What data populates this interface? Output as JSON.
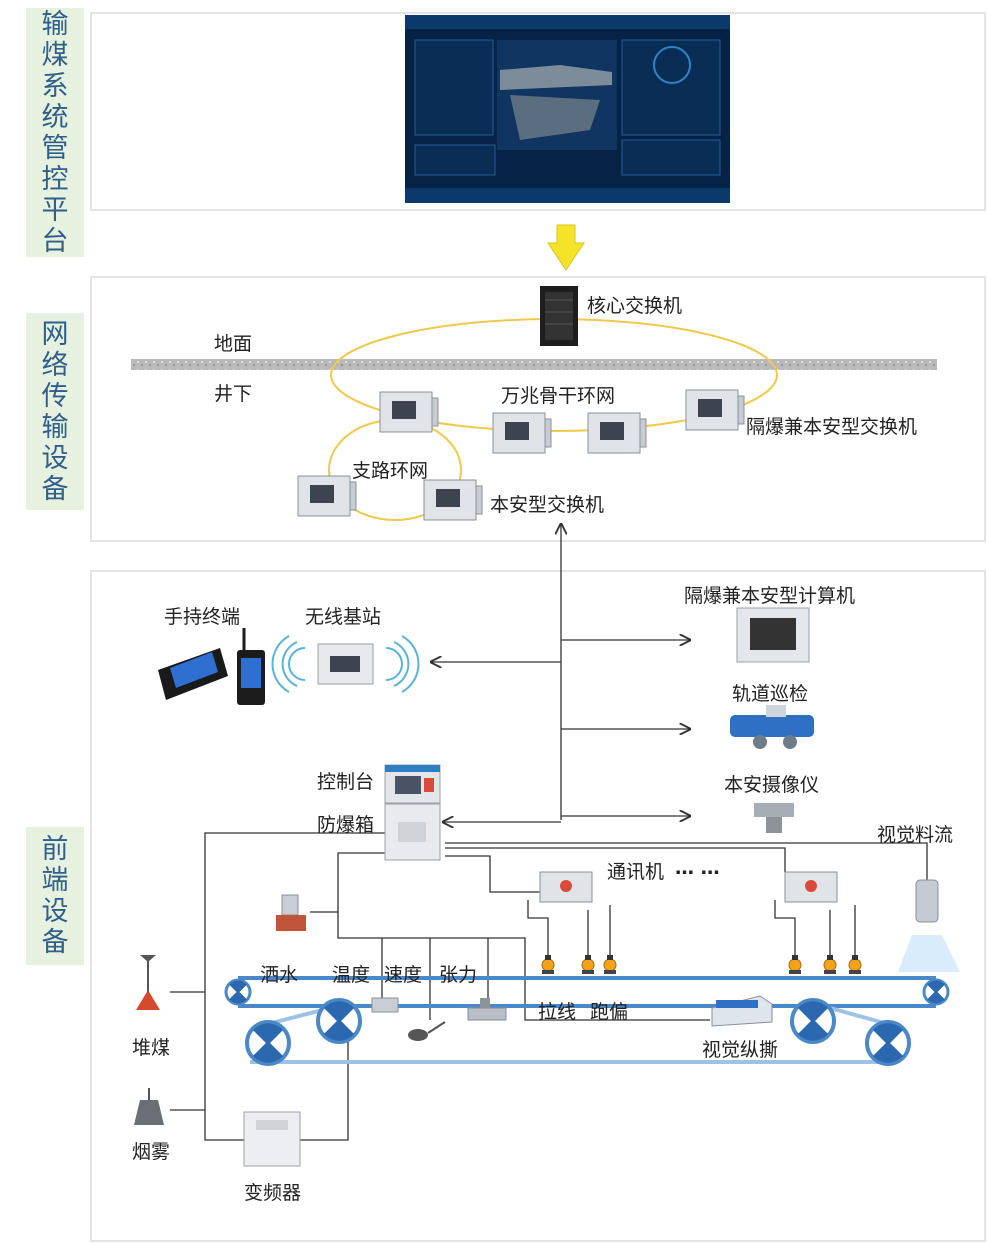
{
  "sections": {
    "platform": "输煤系统管控平台",
    "network": "网络传输设备",
    "frontend": "前端设备"
  },
  "network": {
    "core_switch": "核心交换机",
    "ground": "地面",
    "underground": "井下",
    "backbone": "万兆骨干环网",
    "branch": "支路环网",
    "flameproof_switch": "隔爆兼本安型交换机",
    "is_switch": "本安型交换机"
  },
  "frontend": {
    "handheld": "手持终端",
    "base_station": "无线基站",
    "computer": "隔爆兼本安型计算机",
    "rail_inspection": "轨道巡检",
    "camera": "本安摄像仪",
    "console": "控制台",
    "explosion_box": "防爆箱",
    "vision_flow": "视觉料流",
    "comm": "通讯机",
    "comm_dots": "… …",
    "sprinkler": "洒水",
    "temperature": "温度",
    "speed": "速度",
    "tension": "张力",
    "pullwire": "拉线",
    "deviation": "跑偏",
    "vision_tear": "视觉纵撕",
    "pile": "堆煤",
    "smoke": "烟雾",
    "vfd": "变频器"
  }
}
